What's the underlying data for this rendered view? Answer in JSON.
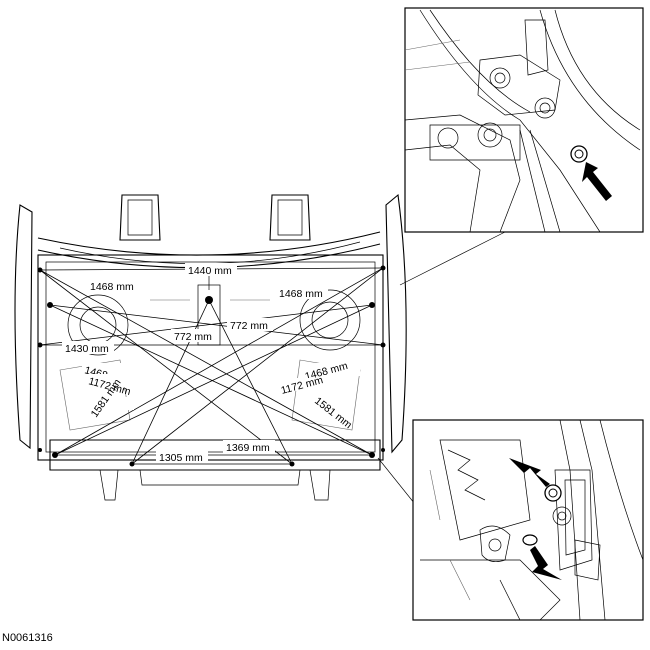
{
  "figure_code": "N0061316",
  "dimensions": {
    "d1440": "1440 mm",
    "d1468_left": "1468 mm",
    "d1468_right_upper": "1468 mm",
    "d772_upper": "772 mm",
    "d772_lower": "772 mm",
    "d1430": "1430 mm",
    "d1468_left_lower": "1468 mm",
    "d1172_left": "1172 mm",
    "d1468_right_lower": "1468 mm",
    "d1172_right": "1172 mm",
    "d1581_left": "1581 mm",
    "d1581_right": "1581 mm",
    "d1369": "1369 mm",
    "d1305": "1305 mm"
  },
  "icons": [
    "bolt-icon",
    "arrow-pointer-icon",
    "detail-callout-line"
  ]
}
